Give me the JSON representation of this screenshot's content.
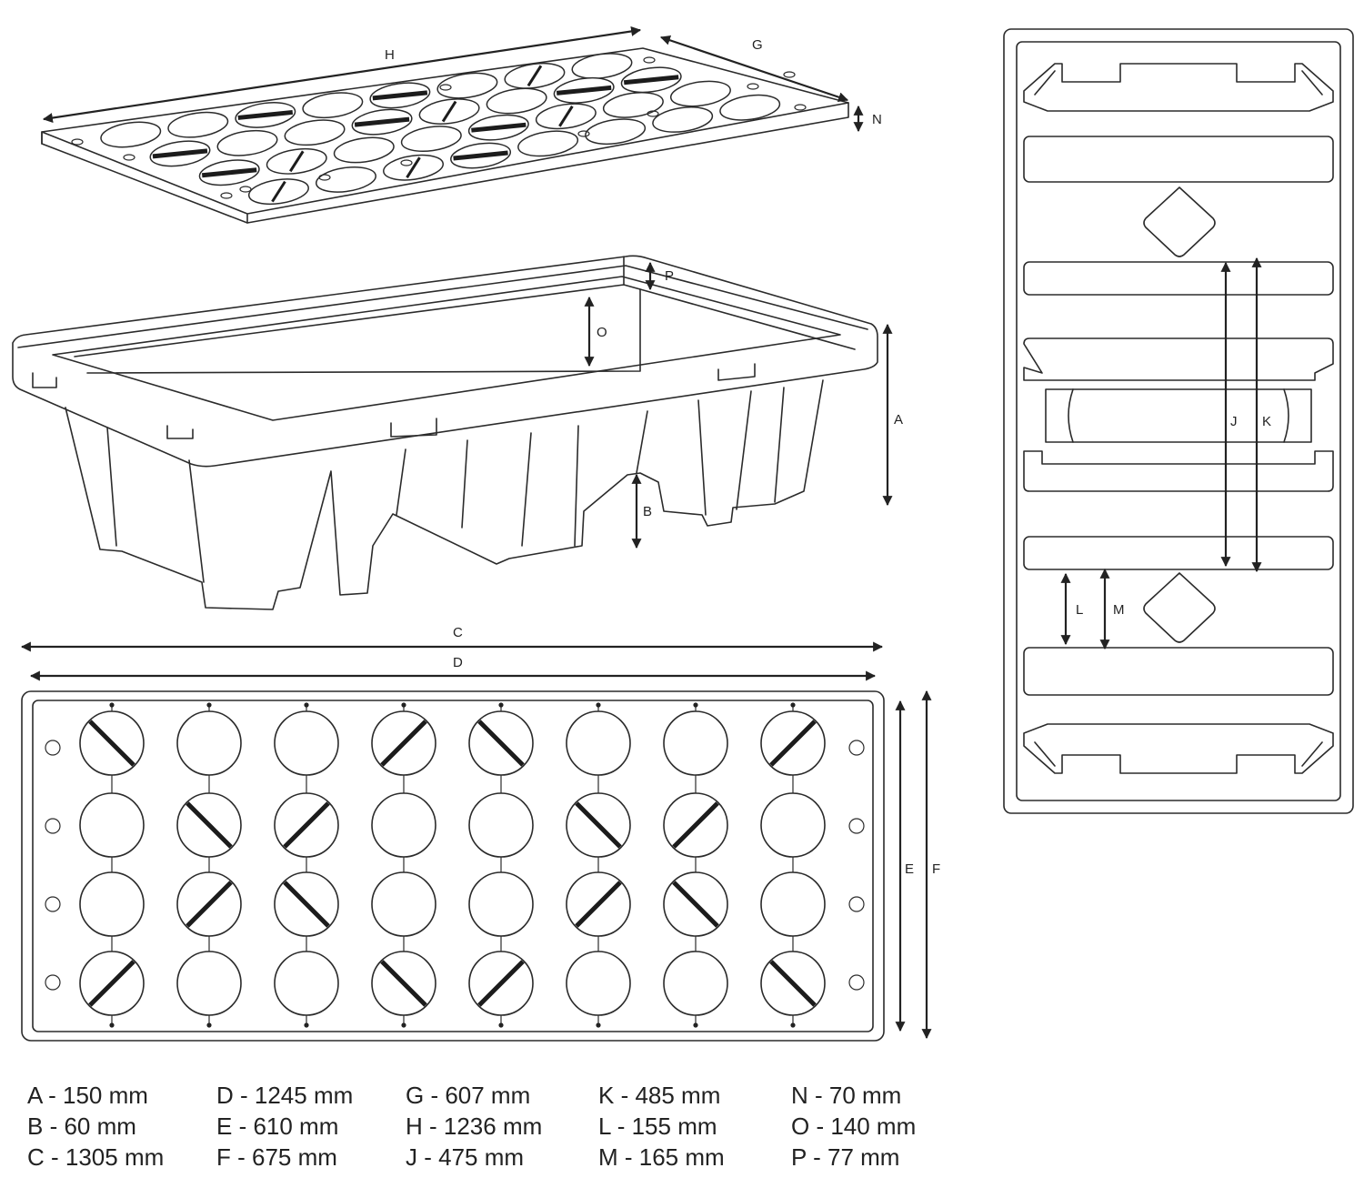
{
  "labels": {
    "A": "A",
    "B": "B",
    "C": "C",
    "D": "D",
    "E": "E",
    "F": "F",
    "G": "G",
    "H": "H",
    "J": "J",
    "K": "K",
    "L": "L",
    "M": "M",
    "N": "N",
    "O": "O",
    "P": "P"
  },
  "legend": [
    "A - 150 mm",
    "D - 1245 mm",
    "G - 607 mm",
    "K - 485 mm",
    "N - 70 mm",
    "B - 60 mm",
    "E - 610 mm",
    "H - 1236 mm",
    "L - 155 mm",
    "O - 140 mm",
    "C - 1305 mm",
    "F - 675 mm",
    "J - 475 mm",
    "M - 165 mm",
    "P - 77 mm"
  ],
  "grid_caps": [
    [
      "\\",
      "",
      "",
      "/",
      "\\",
      "",
      "",
      "/"
    ],
    [
      "",
      "\\",
      "/",
      "",
      "",
      "\\",
      "/",
      ""
    ],
    [
      "",
      "/",
      "\\",
      "",
      "",
      "/",
      "\\",
      ""
    ],
    [
      "/",
      "",
      "",
      "\\",
      "/",
      "",
      "",
      "\\"
    ]
  ],
  "lid_caps": [
    [
      "",
      "",
      "-",
      "",
      "-",
      "",
      "/",
      ""
    ],
    [
      "-",
      "",
      "",
      "-",
      "/",
      "",
      "-",
      "-"
    ],
    [
      "-",
      "/",
      "",
      "",
      "-",
      "/",
      "",
      ""
    ],
    [
      "/",
      "",
      "/",
      "-",
      "",
      "",
      "",
      ""
    ]
  ]
}
